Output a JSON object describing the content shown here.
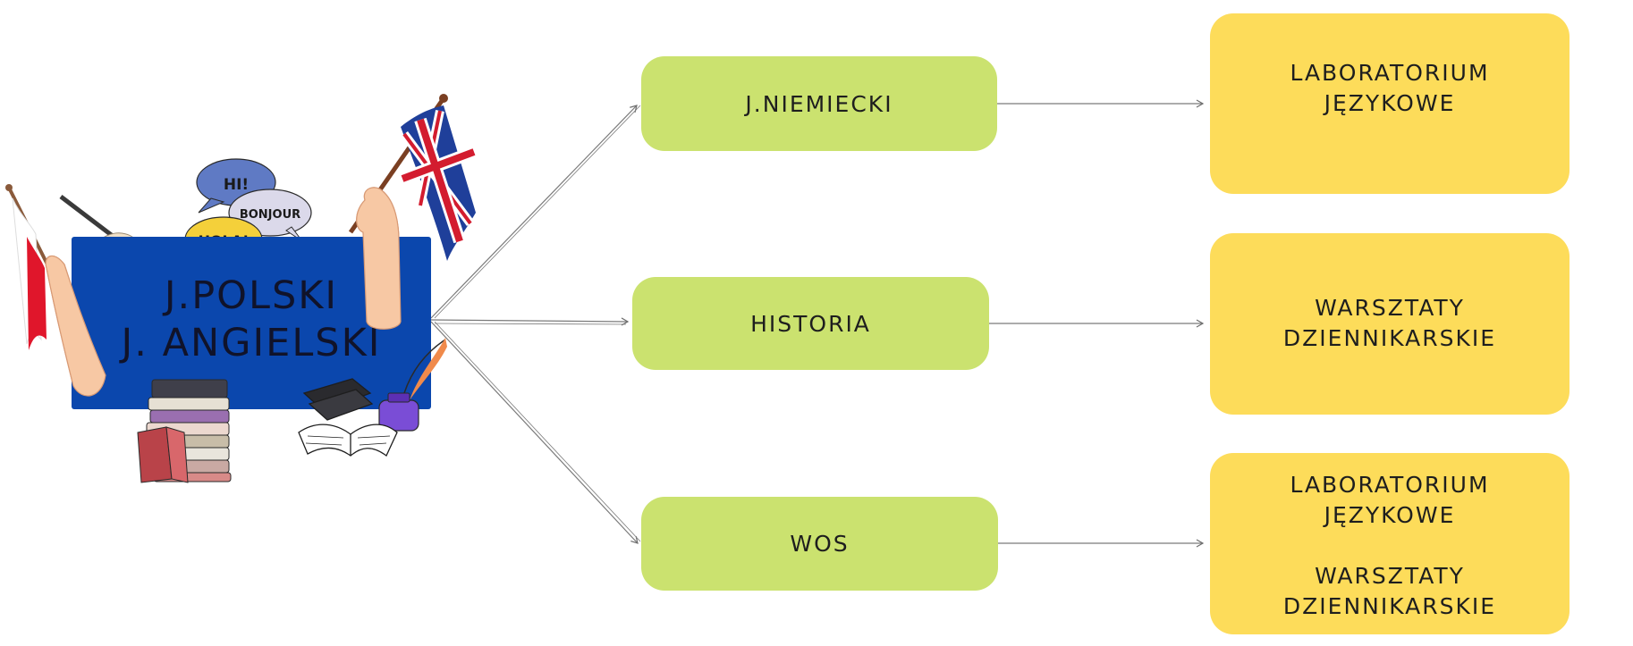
{
  "colors": {
    "card_blue": "#0b47ad",
    "green": "#cbe26f",
    "yellow": "#fddc5a",
    "arrow": "#7a7a7a"
  },
  "source_card": {
    "lines": [
      "J.POLSKI",
      "J. ANGIELSKI"
    ],
    "bubbles": [
      "HI!",
      "BONJOUR",
      "HOLA!"
    ],
    "decorations": [
      "poland-flag-icon",
      "uk-flag-icon",
      "quill-pen-icon",
      "book-stack-icon",
      "open-book-icon",
      "inkwell-icon"
    ]
  },
  "subjects": [
    {
      "label": "J.NIEMIECKI"
    },
    {
      "label": "HISTORIA"
    },
    {
      "label": "WOS"
    }
  ],
  "outcomes": [
    {
      "lines": [
        "LABORATORIUM",
        "JĘZYKOWE"
      ]
    },
    {
      "lines": [
        "WARSZTATY",
        "DZIENNIKARSKIE"
      ]
    },
    {
      "lines": [
        "LABORATORIUM",
        "JĘZYKOWE",
        "",
        "WARSZTATY",
        "DZIENNIKARSKIE"
      ]
    }
  ]
}
